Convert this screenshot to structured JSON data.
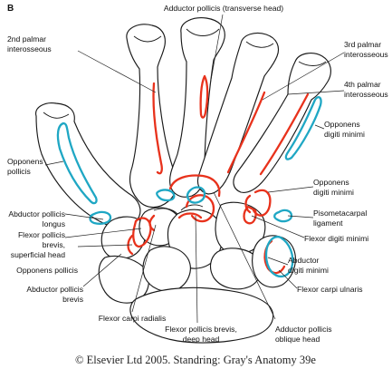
{
  "figure": {
    "panel_label": "B",
    "credit": "© Elsevier Ltd 2005. Standring: Gray's Anatomy 39e"
  },
  "colors": {
    "origin": "#e8321c",
    "insertion": "#1fa7c4",
    "bone_outline": "#1a1a1a"
  },
  "labels": {
    "adductor_transverse": "Adductor pollicis (transverse head)",
    "second_palmar_1": "2nd palmar",
    "second_palmar_2": "interosseous",
    "third_palmar_1": "3rd palmar",
    "third_palmar_2": "interosseous",
    "fourth_palmar_1": "4th palmar",
    "fourth_palmar_2": "interosseous",
    "opponens_minimi_upper_1": "Opponens",
    "opponens_minimi_upper_2": "digiti minimi",
    "opponens_pollicis_upper_1": "Opponens",
    "opponens_pollicis_upper_2": "pollicis",
    "opponens_minimi_lower_1": "Opponens",
    "opponens_minimi_lower_2": "digiti minimi",
    "abductor_longus_1": "Abductor pollicis",
    "abductor_longus_2": "longus",
    "pisometacarpal_1": "Pisometacarpal",
    "pisometacarpal_2": "ligament",
    "fpb_superficial_1": "Flexor pollicis",
    "fpb_superficial_2": "brevis,",
    "fpb_superficial_3": "superficial head",
    "flexor_digiti_minimi": "Flexor digiti minimi",
    "opponens_pollicis_lower": "Opponens pollicis",
    "abductor_digiti_1": "Abductor",
    "abductor_digiti_2": "digiti minimi",
    "abductor_brevis_1": "Abductor pollicis",
    "abductor_brevis_2": "brevis",
    "flexor_carpi_ulnaris": "Flexor carpi ulnaris",
    "flexor_carpi_radialis": "Flexor carpi radialis",
    "fpb_deep_1": "Flexor pollicis brevis,",
    "fpb_deep_2": "deep head",
    "adductor_oblique_1": "Adductor pollicis",
    "adductor_oblique_2": "oblique head"
  }
}
